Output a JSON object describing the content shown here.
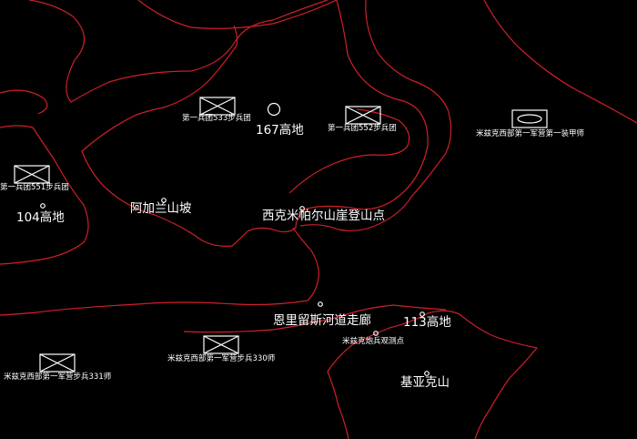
{
  "colors": {
    "background": "#000000",
    "terrain_contour": "#d01f2a",
    "symbol": "#ffffff"
  },
  "units": {
    "u533": "第一兵团533步兵团",
    "u552": "第一兵团552步兵团",
    "u551": "第一兵团551步兵团",
    "u331": "米兹克西部第一军营步兵331师",
    "u330": "米兹克西部第一军营步兵330师",
    "armor": "米兹克西部第一军营第一装甲师"
  },
  "places": {
    "h167": "167高地",
    "h104": "104高地",
    "h113": "113高地",
    "slope": "阿加兰山坡",
    "cliff": "西克米帕尔山崖登山点",
    "corridor": "恩里留斯河道走廊",
    "observation": "米兹克炮兵观测点",
    "mountain": "基亚克山"
  },
  "icons": {
    "infantry": "infantry-unit-icon",
    "armor": "armor-unit-icon",
    "point": "position-marker-icon",
    "hill": "hill-circle-icon"
  }
}
